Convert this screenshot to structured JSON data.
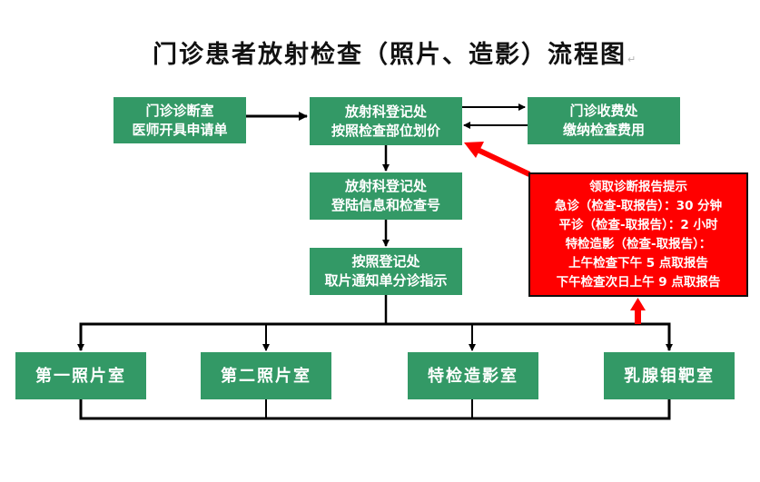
{
  "title": "门诊患者放射检查（照片、造影）流程图",
  "colors": {
    "box_fill": "#339966",
    "notice_fill": "#ff0000",
    "arrow": "#000000",
    "highlight_arrow": "#ff0000"
  },
  "nodes": {
    "doctor": {
      "line1": "门诊诊断室",
      "line2": "医师开具申请单"
    },
    "registration_pricing": {
      "line1": "放射科登记处",
      "line2": "按照检查部位划价"
    },
    "cashier": {
      "line1": "门诊收费处",
      "line2": "缴纳检查费用"
    },
    "registration_info": {
      "line1": "放射科登记处",
      "line2": "登陆信息和检查号"
    },
    "registration_notice": {
      "line1": "按照登记处",
      "line2": "取片通知单分诊指示"
    },
    "rooms": [
      {
        "label": "第一照片室"
      },
      {
        "label": "第二照片室"
      },
      {
        "label": "特检造影室"
      },
      {
        "label": "乳腺钼靶室"
      }
    ]
  },
  "notice": {
    "lines": [
      "领取诊断报告提示",
      "急诊（检查-取报告）：30 分钟",
      "平诊（检查-取报告）：2 小时",
      "特检造影（检查-取报告）：",
      "上午检查下午 5 点取报告",
      "下午检查次日上午 9 点取报告"
    ]
  }
}
